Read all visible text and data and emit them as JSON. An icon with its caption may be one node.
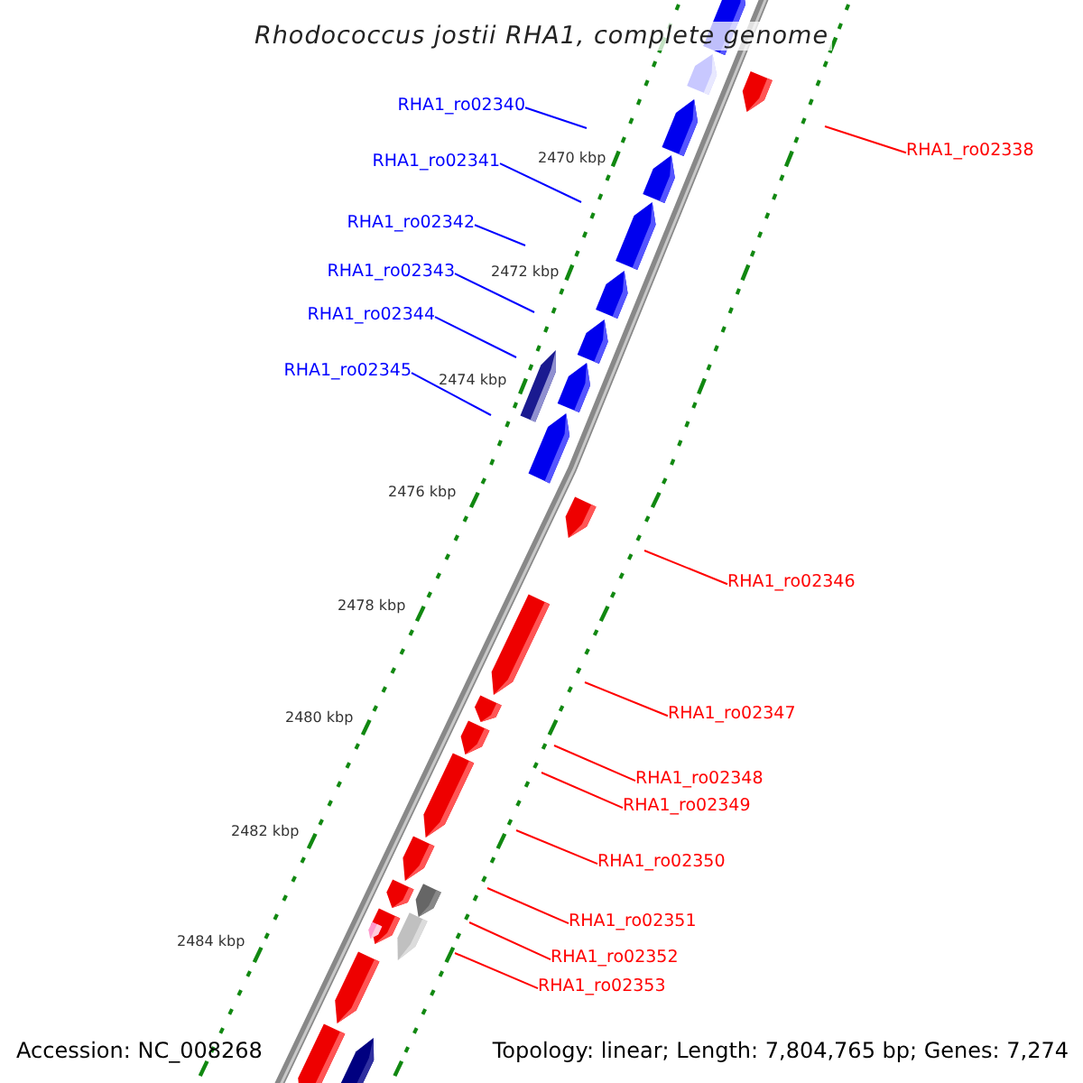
{
  "diagram": {
    "title": "Rhodococcus jostii RHA1, complete genome",
    "nodes": [
      {
        "text": [
          "RHA1_ro02340"
        ]
      },
      {
        "text": [
          "RHA1_ro02338"
        ]
      },
      {
        "text": [
          "RHA1_ro02341"
        ]
      },
      {
        "text": [
          "RHA1_ro02342"
        ]
      },
      {
        "text": [
          "RHA1_ro02343"
        ]
      },
      {
        "text": [
          "RHA1_ro02344"
        ]
      },
      {
        "text": [
          "RHA1_ro02345"
        ]
      },
      {
        "text": [
          "RHA1_ro02346"
        ]
      },
      {
        "text": [
          "RHA1_ro02347"
        ]
      },
      {
        "text": [
          "RHA1_ro02348"
        ]
      },
      {
        "text": [
          "RHA1_ro02349"
        ]
      },
      {
        "text": [
          "RHA1_ro02350"
        ]
      },
      {
        "text": [
          "RHA1_ro02351"
        ]
      },
      {
        "text": [
          "RHA1_ro02352"
        ]
      },
      {
        "text": [
          "RHA1_ro02353"
        ]
      }
    ],
    "edges": [
      {
        "from": 0,
        "to": null,
        "arrow": "none",
        "color": "#0000ff"
      },
      {
        "from": 1,
        "to": null,
        "arrow": "none"
      },
      {
        "from": 2,
        "to": null,
        "arrow": "none",
        "color": "#0000ff"
      },
      {
        "from": 3,
        "to": null,
        "arrow": "none",
        "color": "#0000ff"
      },
      {
        "from": 4,
        "to": null,
        "arrow": "none",
        "color": "#0000ff"
      },
      {
        "from": 5,
        "to": null,
        "arrow": "none",
        "color": "#0000ff"
      },
      {
        "from": 6,
        "to": null,
        "arrow": "none",
        "color": "#0000ff"
      },
      {
        "from": 7,
        "to": null,
        "arrow": "none"
      },
      {
        "from": 8,
        "to": null,
        "arrow": "none"
      },
      {
        "from": 9,
        "to": null,
        "arrow": "none"
      },
      {
        "from": 10,
        "to": null,
        "arrow": "none"
      },
      {
        "from": 11,
        "to": null,
        "arrow": "none"
      },
      {
        "from": 12,
        "to": null,
        "arrow": "none"
      },
      {
        "from": 13,
        "to": null,
        "arrow": "none"
      },
      {
        "from": 14,
        "to": null,
        "arrow": "none"
      }
    ],
    "labels": [
      "2470 kbp",
      "2472 kbp",
      "2474 kbp",
      "2476 kbp",
      "2478 kbp",
      "2480 kbp",
      "2482 kbp",
      "2484 kbp",
      "Accession: NC_008268",
      "Topology: linear; Length: 7,804,765 bp; Genes: 7,274"
    ]
  }
}
